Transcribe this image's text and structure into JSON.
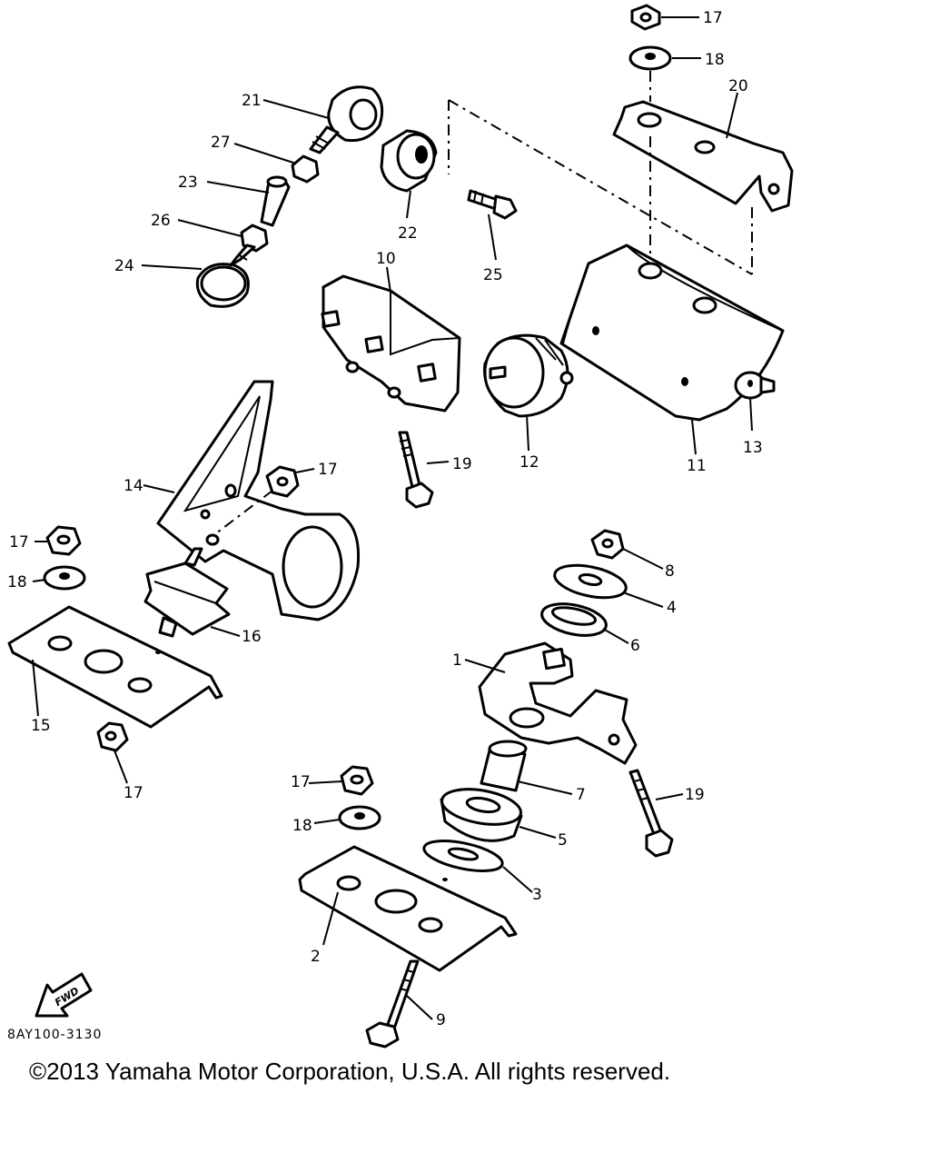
{
  "callouts": [
    "1",
    "2",
    "3",
    "4",
    "5",
    "6",
    "7",
    "8",
    "9",
    "10",
    "11",
    "12",
    "13",
    "14",
    "15",
    "16",
    "17",
    "18",
    "19",
    "20",
    "21",
    "22",
    "23",
    "24",
    "25",
    "26",
    "27"
  ],
  "fwd_label": "FWD",
  "drawing_code": "8AY100-3130",
  "copyright": "©2013 Yamaha Motor Corporation, U.S.A. All rights reserved."
}
